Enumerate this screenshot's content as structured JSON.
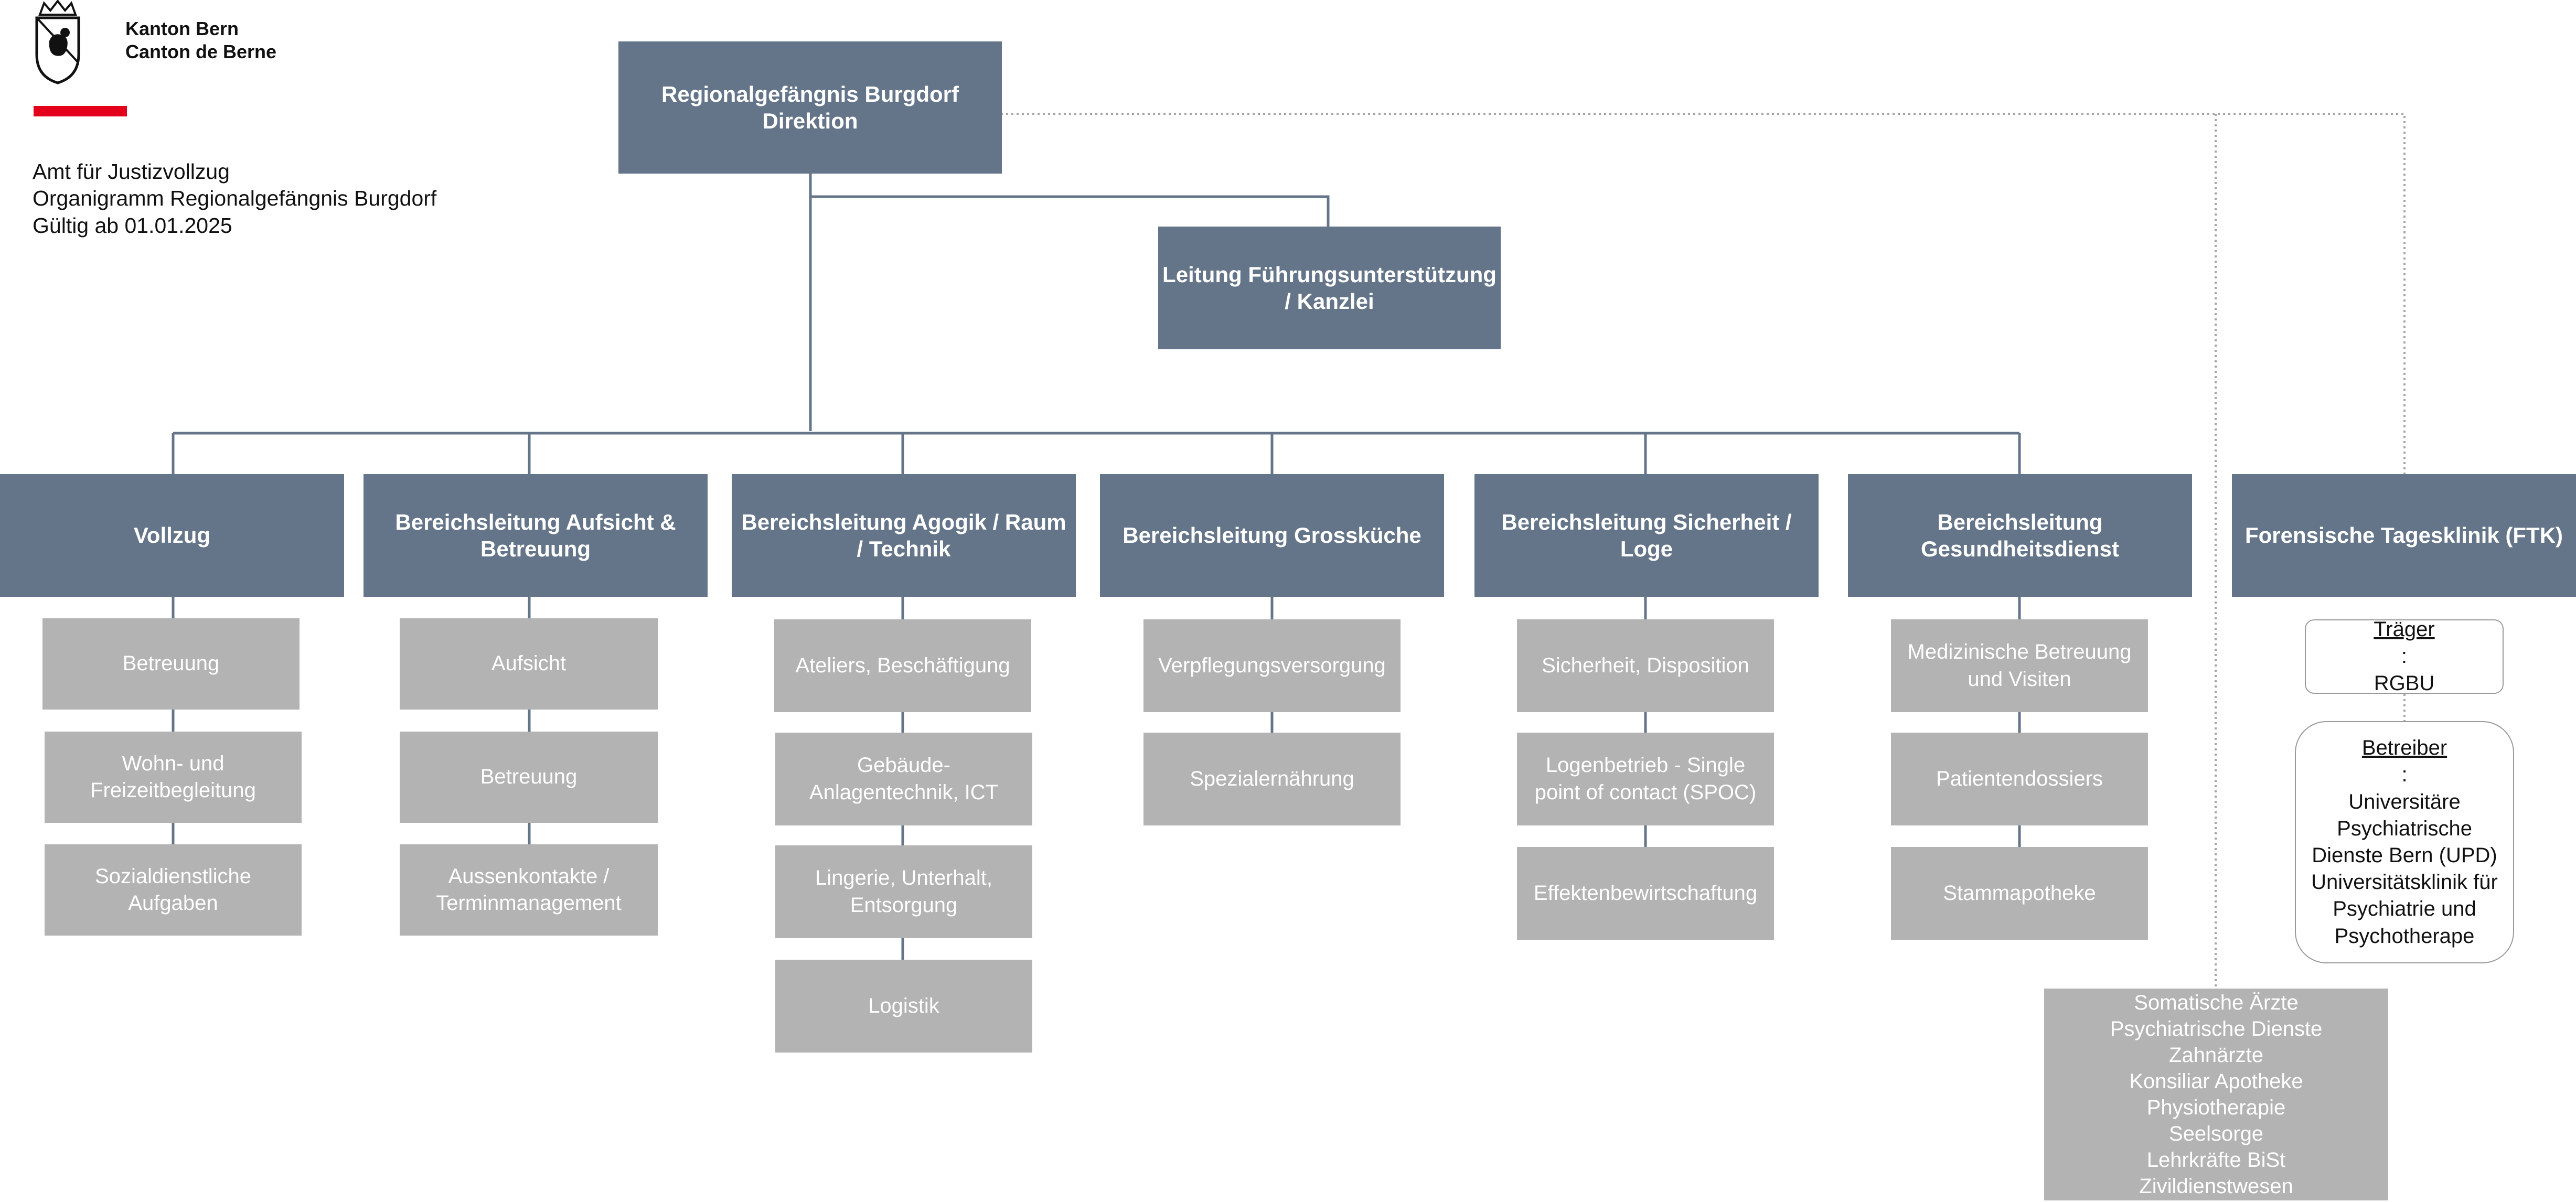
{
  "header": {
    "brand_de": "Kanton Bern",
    "brand_fr": "Canton de Berne",
    "accent_color": "#e2001a",
    "logo_icon": "bern-coat-of-arms-icon",
    "office": "Amt für Justizvollzug",
    "doc_title": "Organigramm Regionalgefängnis Burgdorf",
    "valid_from": "Gültig ab 01.01.2025"
  },
  "colors": {
    "unit_box": "#64758a",
    "subunit_box": "#b3b3b3",
    "connector": "#64758a",
    "dotted_connector": "#a6a6a6"
  },
  "top": {
    "title": "Regionalgefängnis Burgdorf",
    "subtitle": "Direktion"
  },
  "staff": {
    "line1": "Leitung Führungsunterstützung",
    "line2": "/ Kanzlei"
  },
  "departments": [
    {
      "name": "Vollzug",
      "units": [
        "Betreuung",
        "Wohn- und Freizeitbegleitung",
        "Sozialdienstliche Aufgaben"
      ]
    },
    {
      "name": "Bereichsleitung Aufsicht & Betreuung",
      "units": [
        "Aufsicht",
        "Betreuung",
        "Aussenkontakte / Terminmanagement"
      ]
    },
    {
      "name": "Bereichsleitung Agogik / Raum / Technik",
      "units": [
        "Ateliers, Beschäftigung",
        "Gebäude-Anlagentechnik, ICT",
        "Lingerie, Unterhalt, Entsorgung",
        "Logistik"
      ]
    },
    {
      "name": "Bereichsleitung Grossküche",
      "units": [
        "Verpflegungsversorgung",
        "Spezialernährung"
      ]
    },
    {
      "name": "Bereichsleitung Sicherheit / Loge",
      "units": [
        "Sicherheit, Disposition",
        "Logenbetrieb - Single point of contact (SPOC)",
        "Effektenbewirtschaftung"
      ]
    },
    {
      "name": "Bereichsleitung Gesundheitsdienst",
      "units": [
        "Medizinische Betreuung und Visiten",
        "Patientendossiers",
        "Stammapotheke"
      ]
    }
  ],
  "ftk": {
    "name": "Forensische Tagesklinik (FTK)",
    "traeger_label": "Träger",
    "traeger_value": "RGBU",
    "betreiber_label": "Betreiber",
    "betreiber_lines": [
      "Universitäre",
      "Psychiatrische",
      "Dienste Bern (UPD)",
      "Universitätsklinik für",
      "Psychiatrie und",
      "Psychotherape"
    ]
  },
  "external_services": [
    "Somatische Ärzte",
    "Psychiatrische Dienste",
    "Zahnärzte",
    "Konsiliar Apotheke",
    "Physiotherapie",
    "Seelsorge",
    "Lehrkräfte BiSt",
    "Zivildienstwesen"
  ]
}
